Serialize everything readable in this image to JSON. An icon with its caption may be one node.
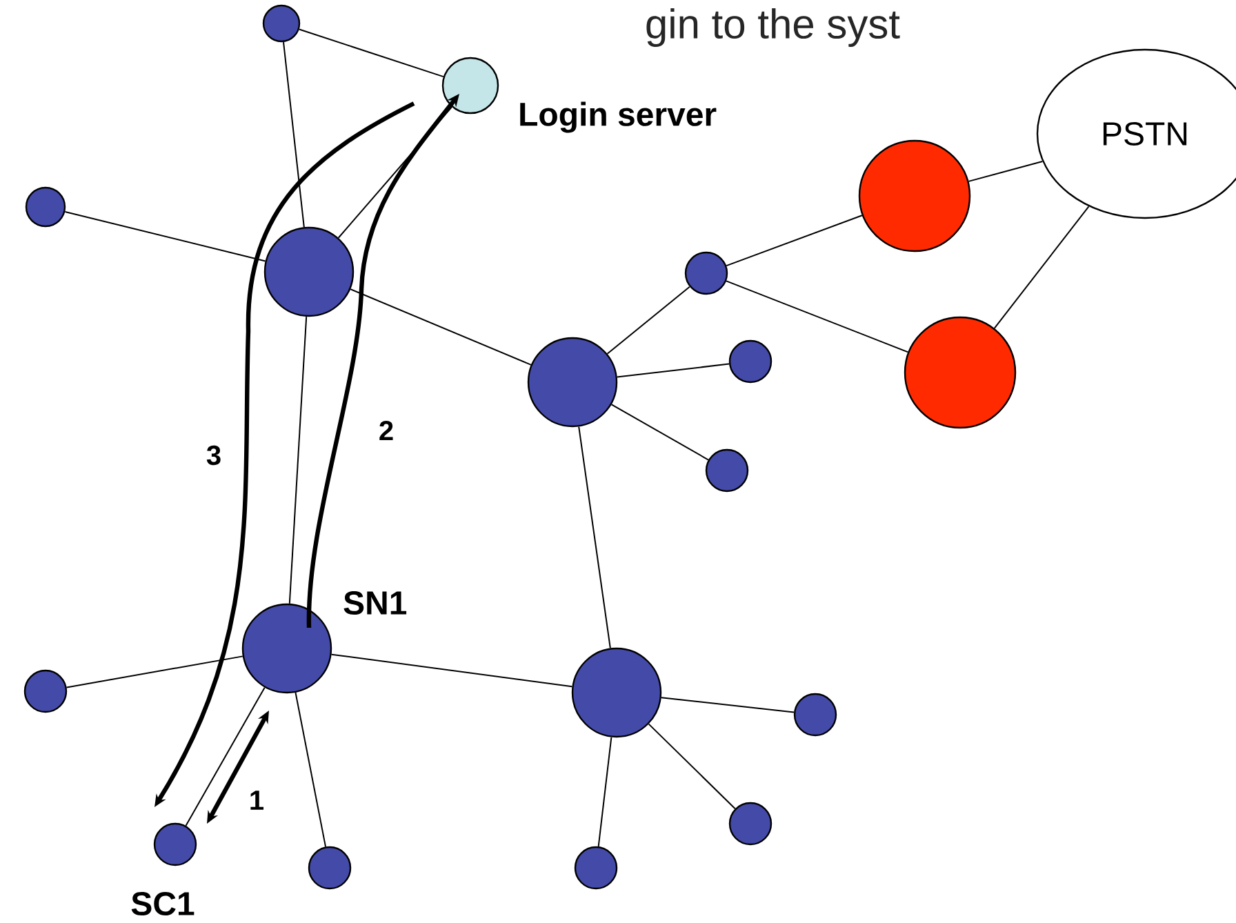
{
  "diagram": {
    "title": "gin to the syst",
    "nodes": [
      {
        "text": [],
        "shape": "circle"
      },
      {
        "text": [],
        "shape": "circle",
        "beside": [
          "Login server"
        ]
      },
      {
        "text": [],
        "shape": "circle"
      },
      {
        "text": [],
        "shape": "circle"
      },
      {
        "text": [
          "PSTN"
        ]
      },
      {
        "text": [],
        "shape": "circle"
      },
      {
        "text": [],
        "shape": "circle"
      },
      {
        "text": [],
        "shape": "circle"
      },
      {
        "text": [],
        "shape": "circle"
      },
      {
        "text": [],
        "shape": "circle"
      },
      {
        "text": [],
        "shape": "circle"
      },
      {
        "text": [],
        "shape": "circle",
        "beside": [
          "SN1"
        ]
      },
      {
        "text": [],
        "shape": "circle"
      },
      {
        "text": [],
        "shape": "circle"
      },
      {
        "text": [],
        "shape": "circle"
      },
      {
        "text": [],
        "shape": "circle"
      },
      {
        "text": [],
        "shape": "circle",
        "beside": [
          "SC1"
        ]
      },
      {
        "text": [],
        "shape": "circle"
      },
      {
        "text": [],
        "shape": "circle"
      }
    ],
    "edges": [
      {
        "from": 0,
        "to": 1,
        "arrow": "none"
      },
      {
        "from": 0,
        "to": 3,
        "arrow": "none"
      },
      {
        "from": 1,
        "to": 3,
        "arrow": "none"
      },
      {
        "from": 2,
        "to": 3,
        "arrow": "none"
      },
      {
        "from": 3,
        "to": 8,
        "arrow": "none"
      },
      {
        "from": 3,
        "to": 11,
        "arrow": "none"
      },
      {
        "from": 8,
        "to": 6,
        "arrow": "none"
      },
      {
        "from": 6,
        "to": 5,
        "arrow": "none"
      },
      {
        "from": 6,
        "to": 7,
        "arrow": "none"
      },
      {
        "from": 5,
        "to": 4,
        "arrow": "none"
      },
      {
        "from": 7,
        "to": 4,
        "arrow": "none"
      },
      {
        "from": 8,
        "to": 9,
        "arrow": "none"
      },
      {
        "from": 8,
        "to": 10,
        "arrow": "none"
      },
      {
        "from": 8,
        "to": 12,
        "arrow": "none"
      },
      {
        "from": 11,
        "to": 12,
        "arrow": "none"
      },
      {
        "from": 11,
        "to": 13,
        "arrow": "none"
      },
      {
        "from": 11,
        "to": 16,
        "arrow": "none"
      },
      {
        "from": 11,
        "to": 17,
        "arrow": "none"
      },
      {
        "from": 12,
        "to": 14,
        "arrow": "none"
      },
      {
        "from": 12,
        "to": 15,
        "arrow": "none"
      },
      {
        "from": 12,
        "to": 18,
        "arrow": "none"
      },
      {
        "from": 16,
        "to": 11,
        "arrow": "both",
        "label": "1",
        "style": "thick"
      },
      {
        "from": 11,
        "to": 1,
        "arrow": "to",
        "label": "2",
        "style": "thick"
      },
      {
        "from": 1,
        "to": 16,
        "arrow": "to",
        "label": "3",
        "style": "thick"
      }
    ]
  }
}
